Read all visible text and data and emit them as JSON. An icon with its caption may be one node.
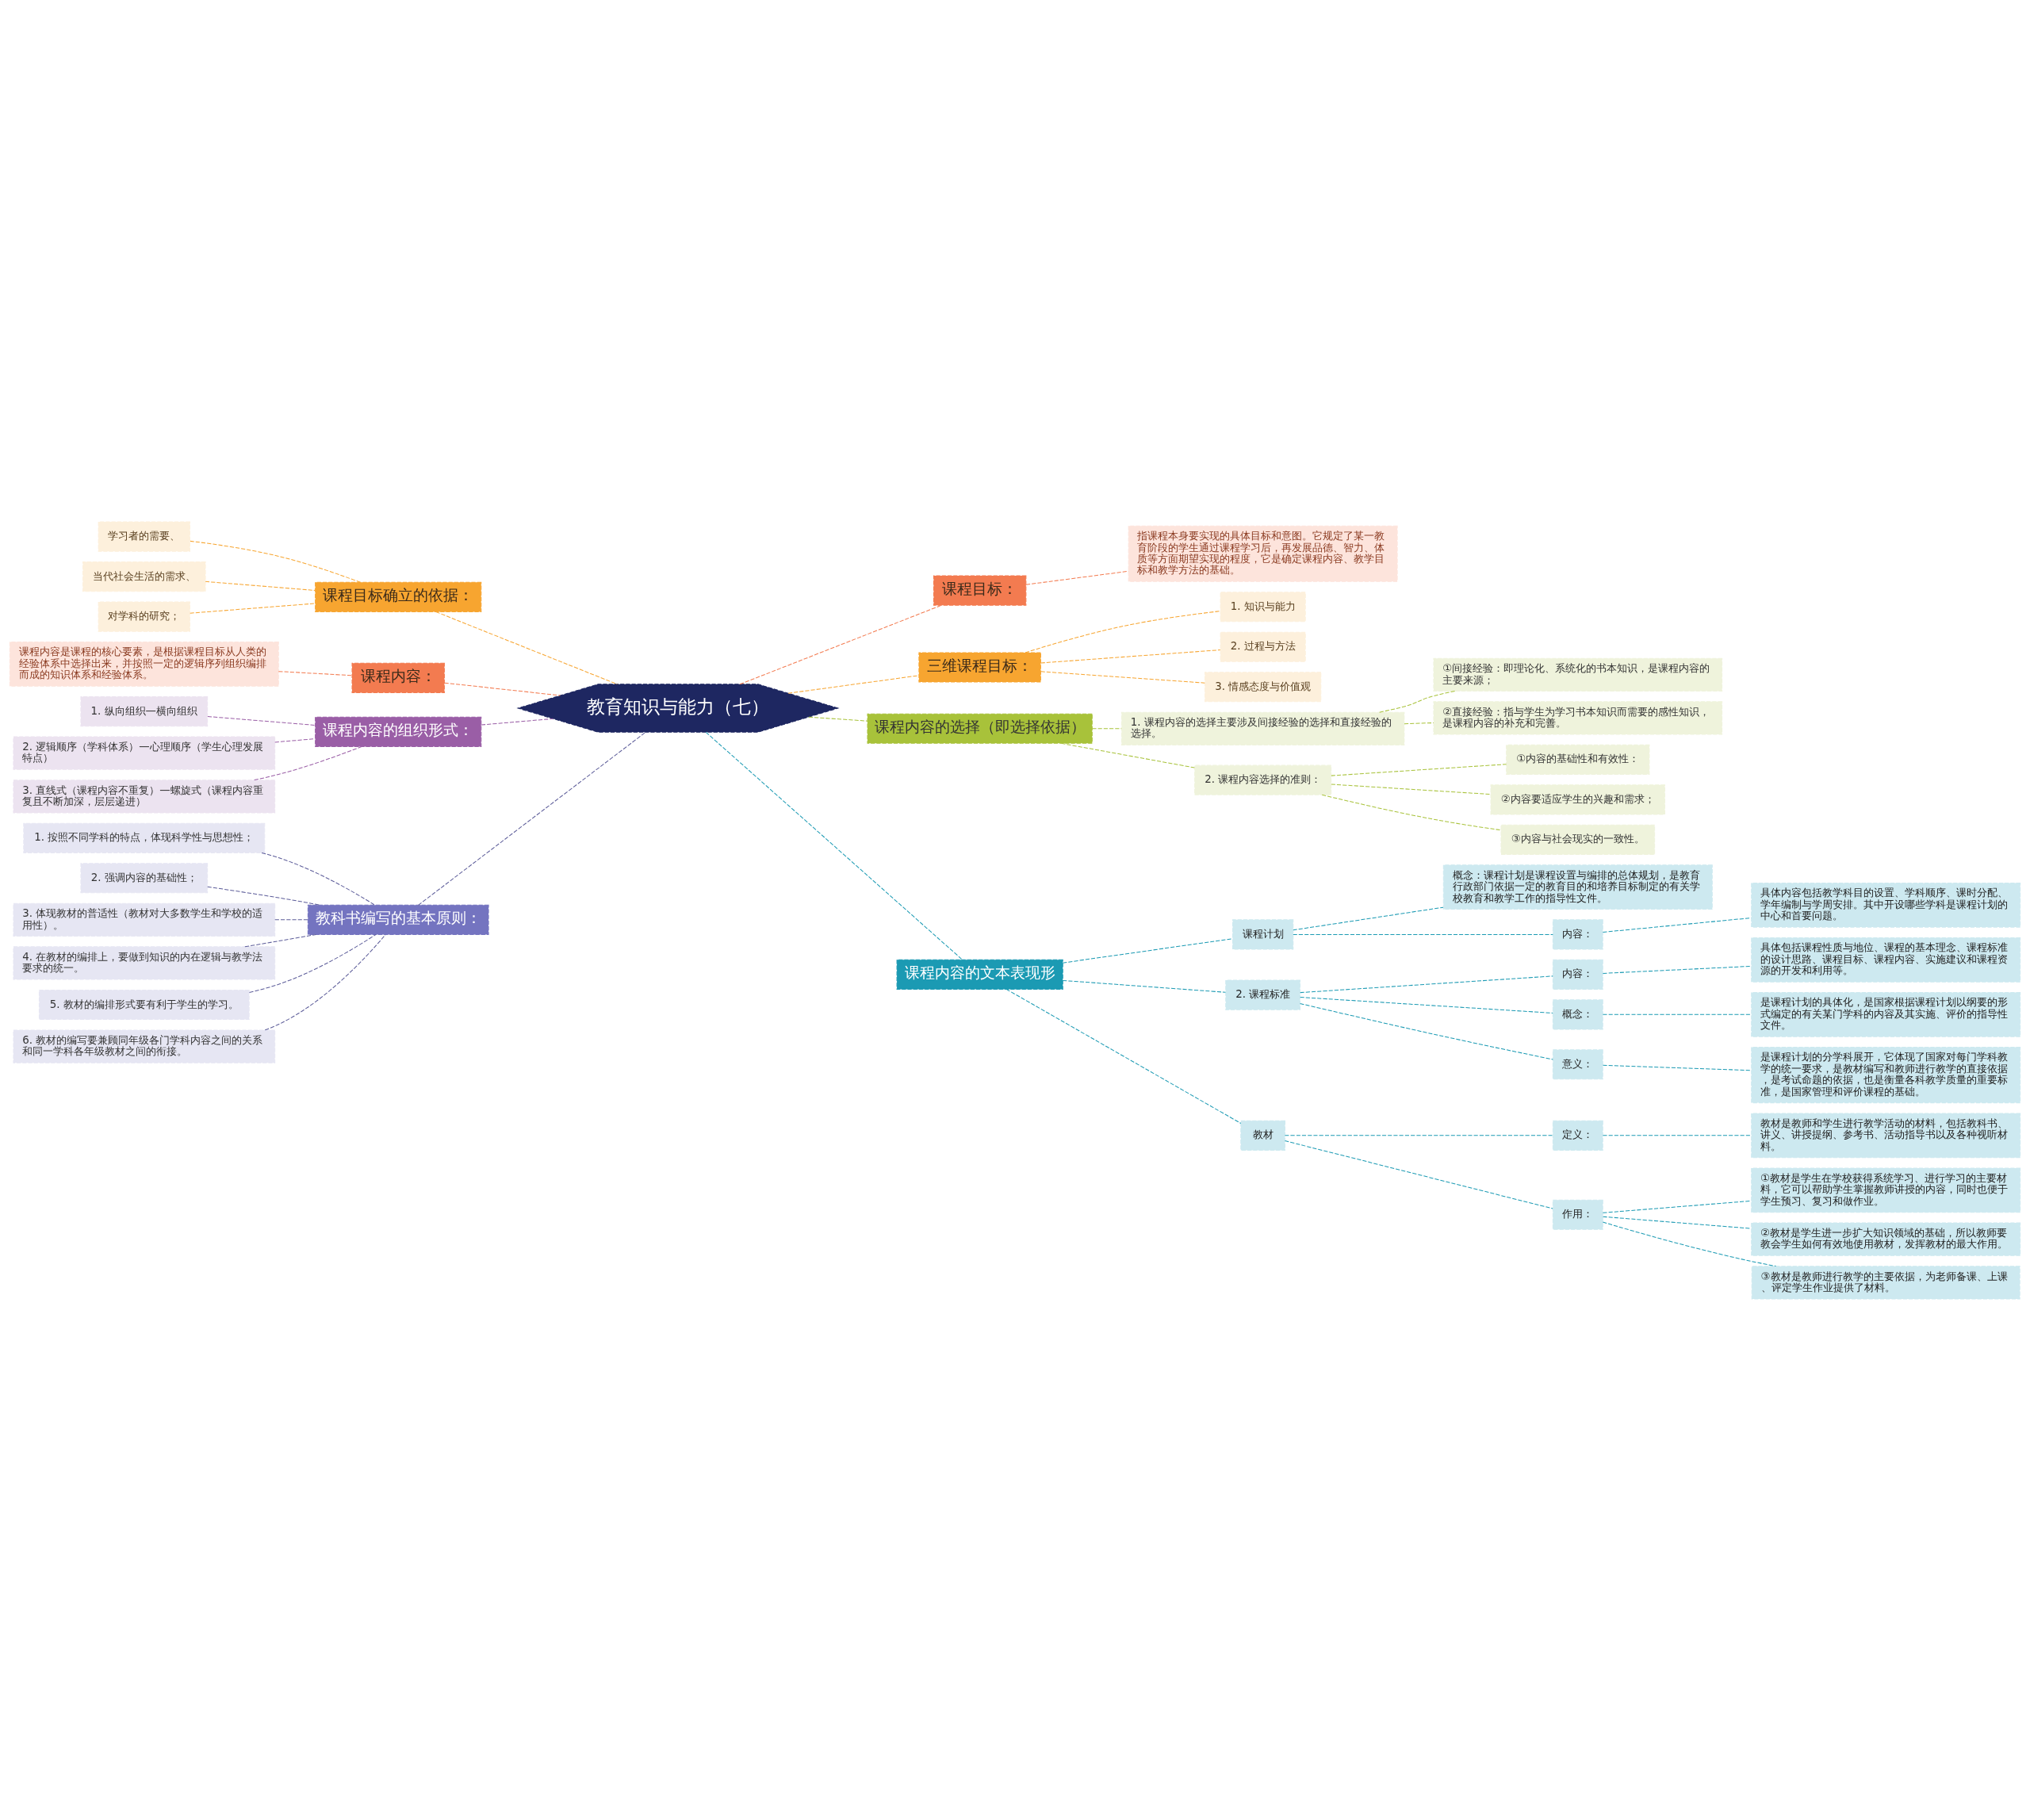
{
  "diagram": {
    "nodes": [
      {
        "text": [
          "教育知识与能力（七）"
        ]
      },
      {
        "text": [
          "课程目标："
        ]
      },
      {
        "text": [
          "指课程本身要实现的具体目标和意图。它规定了某一教育阶段的学生通过课程学习后，再发展品德、智力、体质等方面期望实现的程度，它是确定课程内容、教学目标和教学方法的基础。"
        ]
      },
      {
        "text": [
          "三维课程目标："
        ]
      },
      {
        "text": [
          "1. 知识与能力"
        ]
      },
      {
        "text": [
          "2. 过程与方法"
        ]
      },
      {
        "text": [
          "3. 情感态度与价值观"
        ]
      },
      {
        "text": [
          "课程内容的选择（即选择依据）"
        ]
      },
      {
        "text": [
          "1. 课程内容的选择主要涉及间接经验的选择和直接经验的选择。"
        ]
      },
      {
        "text": [
          "①间接经验：即理论化、系统化的书本知识，是课程内容的主要来源；"
        ]
      },
      {
        "text": [
          "②直接经验：指与学生为学习书本知识而需要的感性知识，是课程内容的补充和完善。"
        ]
      },
      {
        "text": [
          "2. 课程内容选择的准则："
        ]
      },
      {
        "text": [
          "①内容的基础性和有效性："
        ]
      },
      {
        "text": [
          "②内容要适应学生的兴趣和需求；"
        ]
      },
      {
        "text": [
          "③内容与社会现实的一致性。"
        ]
      },
      {
        "text": [
          "课程内容的文本表现形"
        ]
      },
      {
        "text": [
          "课程计划"
        ]
      },
      {
        "text": [
          "概念：课程计划是课程设置与编排的总体规划，是教育行政部门依据一定的教育目的和培养目标制定的有关学校教育和教学工作的指导性文件。"
        ]
      },
      {
        "text": [
          "内容："
        ]
      },
      {
        "text": [
          "具体内容包括教学科目的设置、学科顺序、课时分配、学年编制与学周安排。其中开设哪些学科是课程计划的中心和首要问题。"
        ]
      },
      {
        "text": [
          "2. 课程标准"
        ]
      },
      {
        "text": [
          "内容："
        ]
      },
      {
        "text": [
          "具体包括课程性质与地位、课程的基本理念、课程标准的设计思路、课程目标、课程内容、实施建议和课程资源的开发和利用等。"
        ]
      },
      {
        "text": [
          "概念："
        ]
      },
      {
        "text": [
          "是课程计划的具体化，是国家根据课程计划以纲要的形式编定的有关某门学科的内容及其实施、评价的指导性文件。"
        ]
      },
      {
        "text": [
          "意义："
        ]
      },
      {
        "text": [
          "是课程计划的分学科展开，它体现了国家对每门学科教学的统一要求，是教材编写和教师进行教学的直接依据，是考试命题的依据，也是衡量各科教学质量的重要标准，是国家管理和评价课程的基础。"
        ]
      },
      {
        "text": [
          "教材"
        ]
      },
      {
        "text": [
          "定义："
        ]
      },
      {
        "text": [
          "教材是教师和学生进行教学活动的材料，包括教科书、讲义、讲授提纲、参考书、活动指导书以及各种视听材料。"
        ]
      },
      {
        "text": [
          "作用："
        ]
      },
      {
        "text": [
          "①教材是学生在学校获得系统学习、进行学习的主要材料，它可以帮助学生掌握教师讲授的内容，同时也便于学生预习、复习和做作业。"
        ]
      },
      {
        "text": [
          "②教材是学生进一步扩大知识领域的基础，所以教师要教会学生如何有效地使用教材，发挥教材的最大作用。"
        ]
      },
      {
        "text": [
          "③教材是教师进行教学的主要依据，为老师备课、上课、评定学生作业提供了材料。"
        ]
      },
      {
        "text": [
          "课程目标确立的依据："
        ]
      },
      {
        "text": [
          "学习者的需要、"
        ]
      },
      {
        "text": [
          "当代社会生活的需求、"
        ]
      },
      {
        "text": [
          "对学科的研究；"
        ]
      },
      {
        "text": [
          "课程内容："
        ]
      },
      {
        "text": [
          "课程内容是课程的核心要素，是根据课程目标从人类的经验体系中选择出来，并按照一定的逻辑序列组织编排而成的知识体系和经验体系。"
        ]
      },
      {
        "text": [
          "课程内容的组织形式："
        ]
      },
      {
        "text": [
          "1. 纵向组织—横向组织"
        ]
      },
      {
        "text": [
          "2. 逻辑顺序（学科体系）—心理顺序（学生心理发展特点）"
        ]
      },
      {
        "text": [
          "3. 直线式（课程内容不重复）—螺旋式（课程内容重复且不断加深，层层递进）"
        ]
      },
      {
        "text": [
          "教科书编写的基本原则："
        ]
      },
      {
        "text": [
          "1. 按照不同学科的特点，体现科学性与思想性；"
        ]
      },
      {
        "text": [
          "2. 强调内容的基础性；"
        ]
      },
      {
        "text": [
          "3. 体现教材的普适性（教材对大多数学生和学校的适用性）。"
        ]
      },
      {
        "text": [
          "4. 在教材的编排上，要做到知识的内在逻辑与教学法要求的统一。"
        ]
      },
      {
        "text": [
          "5. 教材的编排形式要有利于学生的学习。"
        ]
      },
      {
        "text": [
          "6. 教材的编写要兼顾同年级各门学科内容之间的关系和同一学科各年级教材之间的衔接。"
        ]
      }
    ],
    "edges": [
      {
        "from": 0,
        "to": 1,
        "arrow": "none",
        "style": "dashed",
        "color": "#f37b50"
      },
      {
        "from": 1,
        "to": 2,
        "arrow": "none",
        "style": "dashed",
        "color": "#f37b50"
      },
      {
        "from": 0,
        "to": 3,
        "arrow": "none",
        "style": "dashed",
        "color": "#f7a530"
      },
      {
        "from": 3,
        "to": 4,
        "arrow": "none",
        "style": "dashed",
        "color": "#f7a530"
      },
      {
        "from": 3,
        "to": 5,
        "arrow": "none",
        "style": "dashed",
        "color": "#f7a530"
      },
      {
        "from": 3,
        "to": 6,
        "arrow": "none",
        "style": "dashed",
        "color": "#f7a530"
      },
      {
        "from": 0,
        "to": 7,
        "arrow": "none",
        "style": "dashed",
        "color": "#a8c23a"
      },
      {
        "from": 7,
        "to": 8,
        "arrow": "none",
        "style": "dashed",
        "color": "#a8c23a"
      },
      {
        "from": 8,
        "to": 9,
        "arrow": "none",
        "style": "dashed",
        "color": "#a8c23a"
      },
      {
        "from": 8,
        "to": 10,
        "arrow": "none",
        "style": "dashed",
        "color": "#a8c23a"
      },
      {
        "from": 7,
        "to": 11,
        "arrow": "none",
        "style": "dashed",
        "color": "#a8c23a"
      },
      {
        "from": 11,
        "to": 12,
        "arrow": "none",
        "style": "dashed",
        "color": "#a8c23a"
      },
      {
        "from": 11,
        "to": 13,
        "arrow": "none",
        "style": "dashed",
        "color": "#a8c23a"
      },
      {
        "from": 11,
        "to": 14,
        "arrow": "none",
        "style": "dashed",
        "color": "#a8c23a"
      },
      {
        "from": 0,
        "to": 15,
        "arrow": "none",
        "style": "dashed",
        "color": "#1b9ab3"
      },
      {
        "from": 15,
        "to": 16,
        "arrow": "none",
        "style": "dashed",
        "color": "#1b9ab3"
      },
      {
        "from": 16,
        "to": 17,
        "arrow": "none",
        "style": "dashed",
        "color": "#1b9ab3"
      },
      {
        "from": 16,
        "to": 18,
        "arrow": "none",
        "style": "dashed",
        "color": "#1b9ab3"
      },
      {
        "from": 18,
        "to": 19,
        "arrow": "none",
        "style": "dashed",
        "color": "#1b9ab3"
      },
      {
        "from": 15,
        "to": 20,
        "arrow": "none",
        "style": "dashed",
        "color": "#1b9ab3"
      },
      {
        "from": 20,
        "to": 21,
        "arrow": "none",
        "style": "dashed",
        "color": "#1b9ab3"
      },
      {
        "from": 21,
        "to": 22,
        "arrow": "none",
        "style": "dashed",
        "color": "#1b9ab3"
      },
      {
        "from": 20,
        "to": 23,
        "arrow": "none",
        "style": "dashed",
        "color": "#1b9ab3"
      },
      {
        "from": 23,
        "to": 24,
        "arrow": "none",
        "style": "dashed",
        "color": "#1b9ab3"
      },
      {
        "from": 20,
        "to": 25,
        "arrow": "none",
        "style": "dashed",
        "color": "#1b9ab3"
      },
      {
        "from": 25,
        "to": 26,
        "arrow": "none",
        "style": "dashed",
        "color": "#1b9ab3"
      },
      {
        "from": 15,
        "to": 27,
        "arrow": "none",
        "style": "dashed",
        "color": "#1b9ab3"
      },
      {
        "from": 27,
        "to": 28,
        "arrow": "none",
        "style": "dashed",
        "color": "#1b9ab3"
      },
      {
        "from": 28,
        "to": 29,
        "arrow": "none",
        "style": "dashed",
        "color": "#1b9ab3"
      },
      {
        "from": 27,
        "to": 30,
        "arrow": "none",
        "style": "dashed",
        "color": "#1b9ab3"
      },
      {
        "from": 30,
        "to": 31,
        "arrow": "none",
        "style": "dashed",
        "color": "#1b9ab3"
      },
      {
        "from": 30,
        "to": 32,
        "arrow": "none",
        "style": "dashed",
        "color": "#1b9ab3"
      },
      {
        "from": 30,
        "to": 33,
        "arrow": "none",
        "style": "dashed",
        "color": "#1b9ab3"
      },
      {
        "from": 0,
        "to": 34,
        "arrow": "none",
        "style": "dashed",
        "color": "#f7a530"
      },
      {
        "from": 34,
        "to": 35,
        "arrow": "none",
        "style": "dashed",
        "color": "#f7a530"
      },
      {
        "from": 34,
        "to": 36,
        "arrow": "none",
        "style": "dashed",
        "color": "#f7a530"
      },
      {
        "from": 34,
        "to": 37,
        "arrow": "none",
        "style": "dashed",
        "color": "#f7a530"
      },
      {
        "from": 0,
        "to": 38,
        "arrow": "none",
        "style": "dashed",
        "color": "#f37b50"
      },
      {
        "from": 38,
        "to": 39,
        "arrow": "none",
        "style": "dashed",
        "color": "#f37b50"
      },
      {
        "from": 0,
        "to": 40,
        "arrow": "none",
        "style": "dashed",
        "color": "#9a5ea6"
      },
      {
        "from": 40,
        "to": 41,
        "arrow": "none",
        "style": "dashed",
        "color": "#9a5ea6"
      },
      {
        "from": 40,
        "to": 42,
        "arrow": "none",
        "style": "dashed",
        "color": "#9a5ea6"
      },
      {
        "from": 40,
        "to": 43,
        "arrow": "none",
        "style": "dashed",
        "color": "#9a5ea6"
      },
      {
        "from": 0,
        "to": 44,
        "arrow": "none",
        "style": "dashed",
        "color": "#5c5c99"
      },
      {
        "from": 44,
        "to": 45,
        "arrow": "none",
        "style": "dashed",
        "color": "#5c5c99"
      },
      {
        "from": 44,
        "to": 46,
        "arrow": "none",
        "style": "dashed",
        "color": "#5c5c99"
      },
      {
        "from": 44,
        "to": 47,
        "arrow": "none",
        "style": "dashed",
        "color": "#5c5c99"
      },
      {
        "from": 44,
        "to": 48,
        "arrow": "none",
        "style": "dashed",
        "color": "#5c5c99"
      },
      {
        "from": 44,
        "to": 49,
        "arrow": "none",
        "style": "dashed",
        "color": "#5c5c99"
      },
      {
        "from": 44,
        "to": 50,
        "arrow": "none",
        "style": "dashed",
        "color": "#5c5c99"
      }
    ]
  }
}
